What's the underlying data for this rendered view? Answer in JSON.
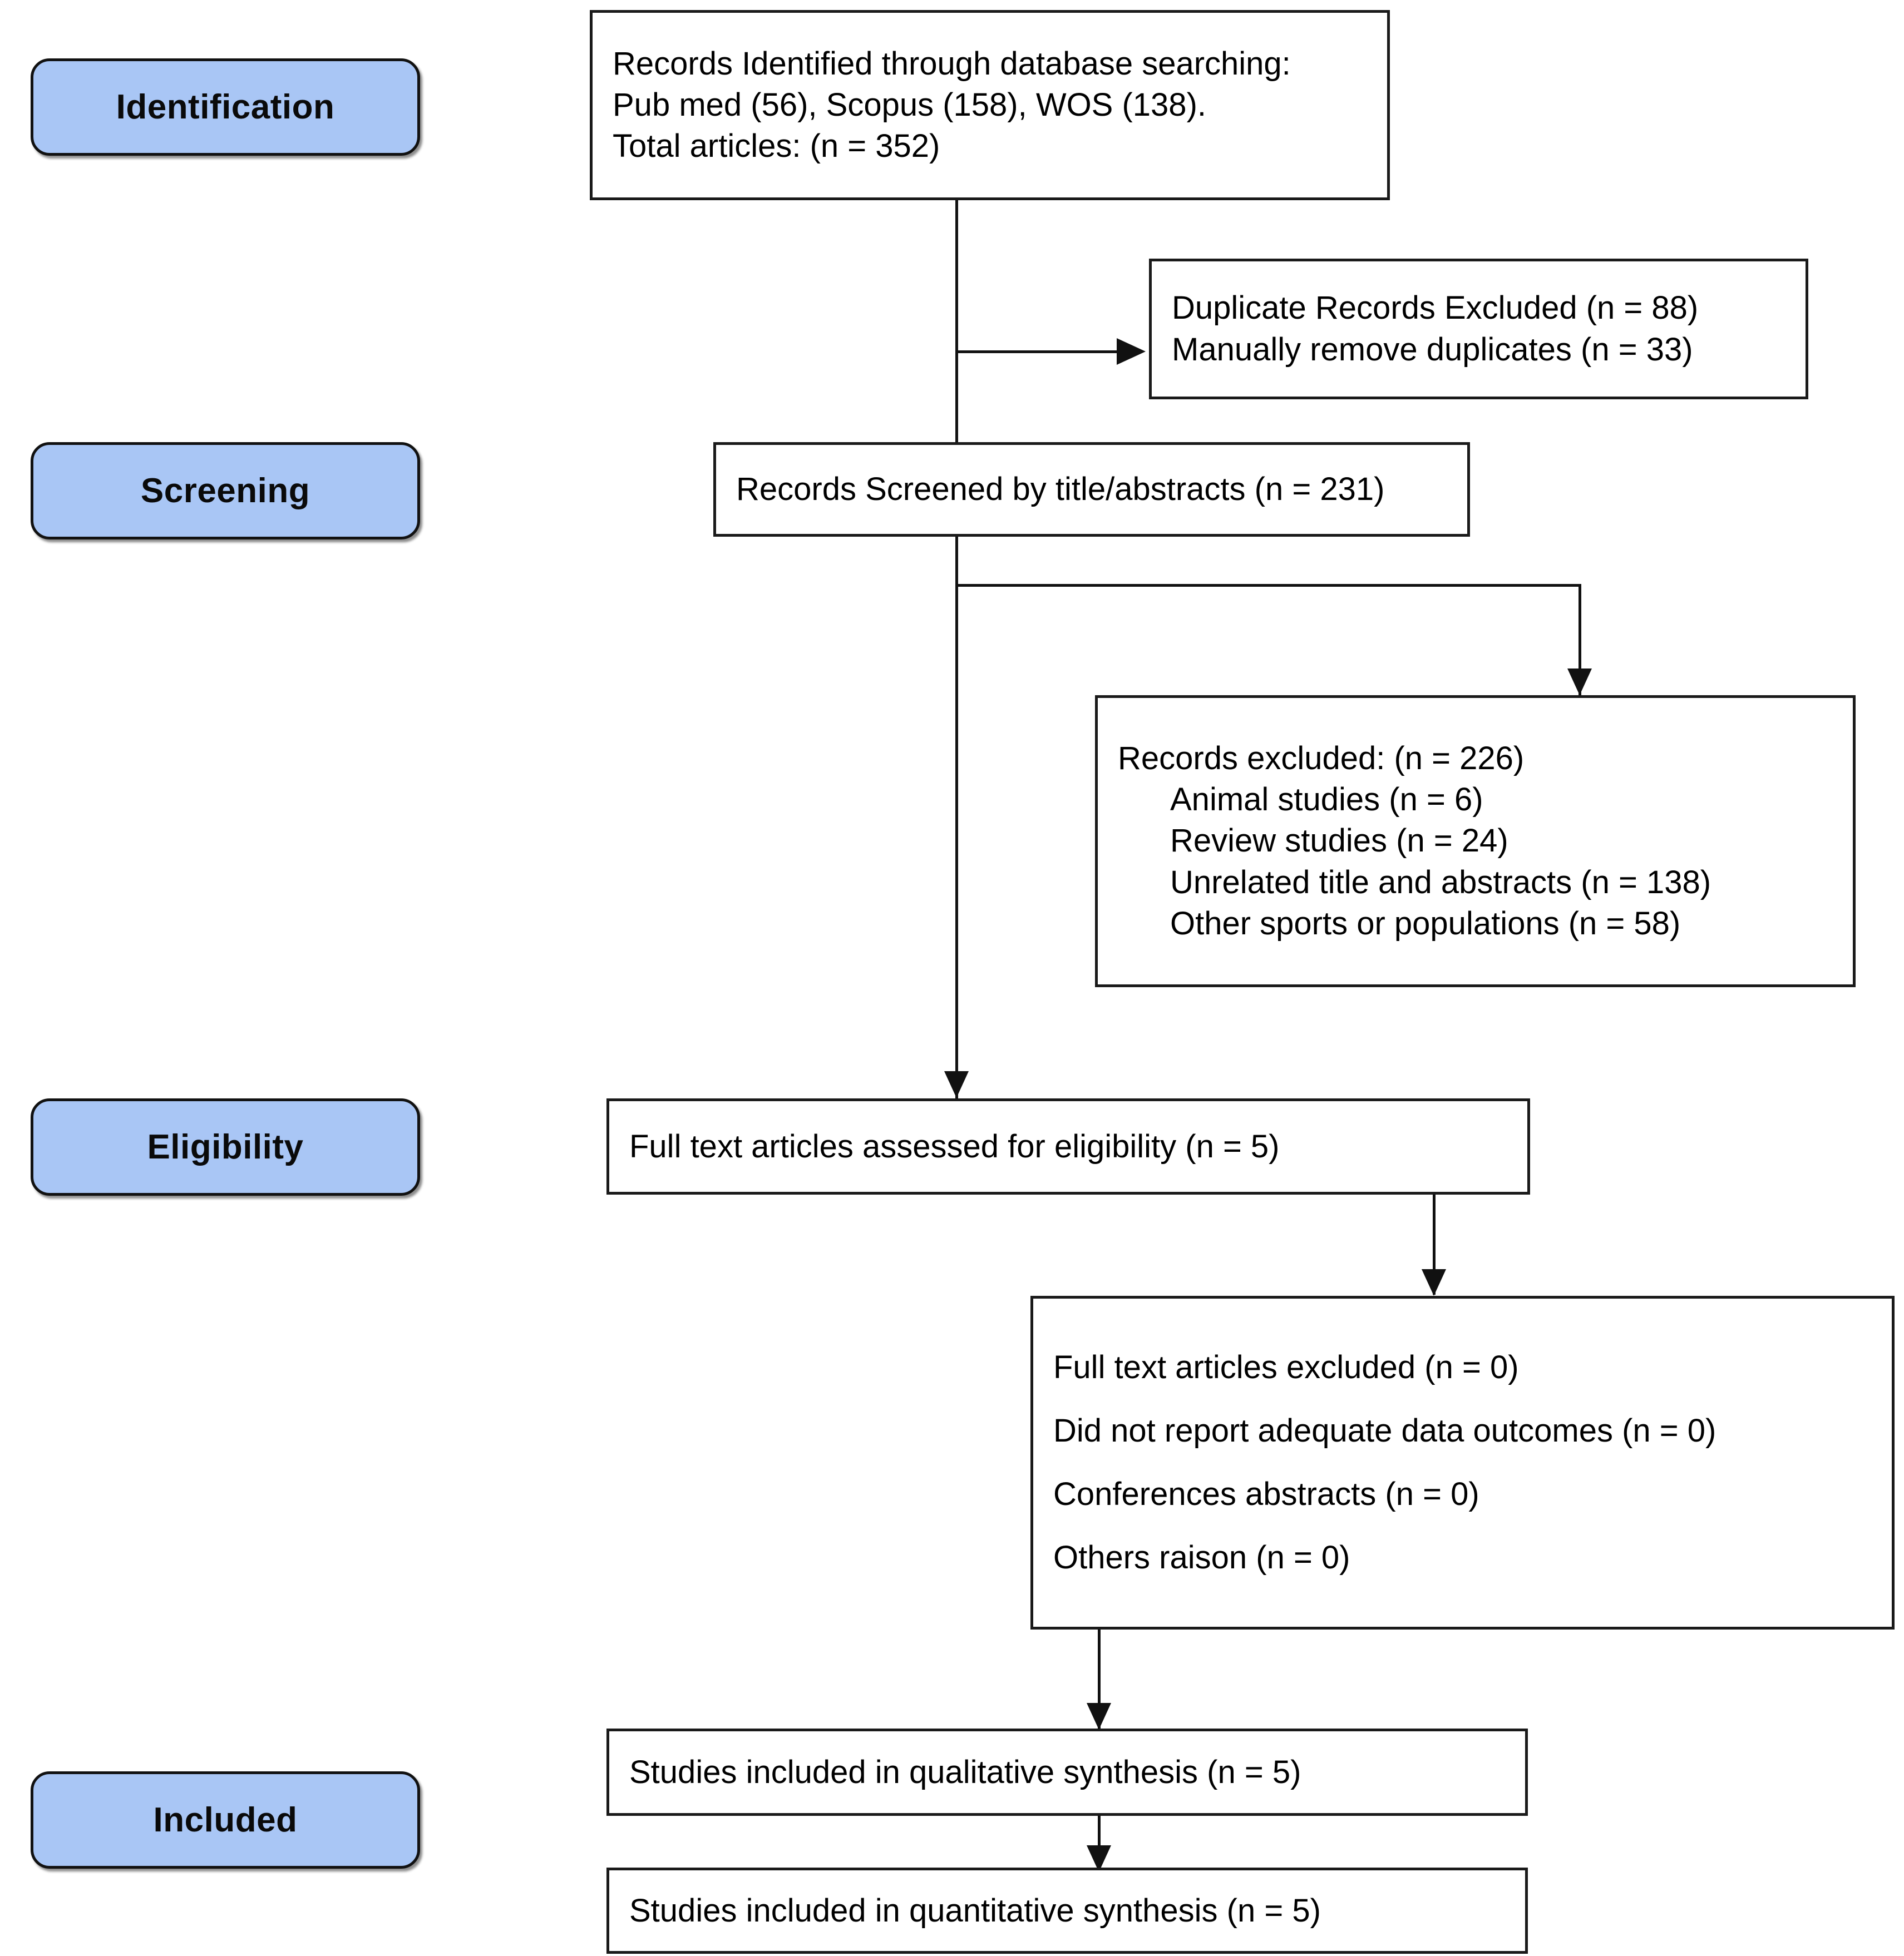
{
  "diagram": {
    "type": "prisma-flow-diagram",
    "stages": [
      {
        "id": "identification",
        "label": "Identification"
      },
      {
        "id": "screening",
        "label": "Screening"
      },
      {
        "id": "eligibility",
        "label": "Eligibility"
      },
      {
        "id": "included",
        "label": "Included"
      }
    ],
    "colors": {
      "stage_fill": "#a9c6f5",
      "stage_border": "#111111",
      "box_border": "#1a1a1a",
      "box_fill": "#ffffff",
      "text": "#000000"
    },
    "boxes": {
      "records_identified": {
        "lines": [
          "Records Identified through database searching:",
          "Pub med (56), Scopus (158), WOS (138).",
          "Total articles: (n = 352)"
        ]
      },
      "duplicates_excluded": {
        "lines": [
          "Duplicate Records Excluded (n = 88)",
          "Manually remove duplicates (n = 33)"
        ]
      },
      "records_screened": {
        "lines": [
          "Records Screened by title/abstracts (n = 231)"
        ]
      },
      "records_excluded": {
        "lines": [
          "Records excluded: (n = 226)",
          "Animal studies (n = 6)",
          "Review studies (n = 24)",
          "Unrelated title and abstracts (n = 138)",
          "Other sports or populations (n = 58)"
        ]
      },
      "full_text_assessed": {
        "lines": [
          "Full text articles assessed for eligibility (n = 5)"
        ]
      },
      "full_text_excluded": {
        "lines": [
          "Full text articles excluded (n = 0)",
          "Did not report adequate data outcomes (n = 0)",
          "Conferences abstracts (n = 0)",
          "Others raison (n = 0)"
        ]
      },
      "qualitative_synthesis": {
        "lines": [
          "Studies included in qualitative synthesis (n = 5)"
        ]
      },
      "quantitative_synthesis": {
        "lines": [
          "Studies included in quantitative synthesis (n = 5)"
        ]
      }
    },
    "counts": {
      "pubmed": 56,
      "scopus": 158,
      "wos": 138,
      "total_identified": 352,
      "duplicates_excluded": 88,
      "manual_duplicates_removed": 33,
      "screened": 231,
      "excluded_total": 226,
      "excluded_animal_studies": 6,
      "excluded_review_studies": 24,
      "excluded_unrelated": 138,
      "excluded_other_sports": 58,
      "full_text_assessed": 5,
      "full_text_excluded": 0,
      "excluded_no_adequate_data": 0,
      "excluded_conference_abstracts": 0,
      "excluded_other_reason": 0,
      "qualitative_synthesis": 5,
      "quantitative_synthesis": 5
    }
  }
}
